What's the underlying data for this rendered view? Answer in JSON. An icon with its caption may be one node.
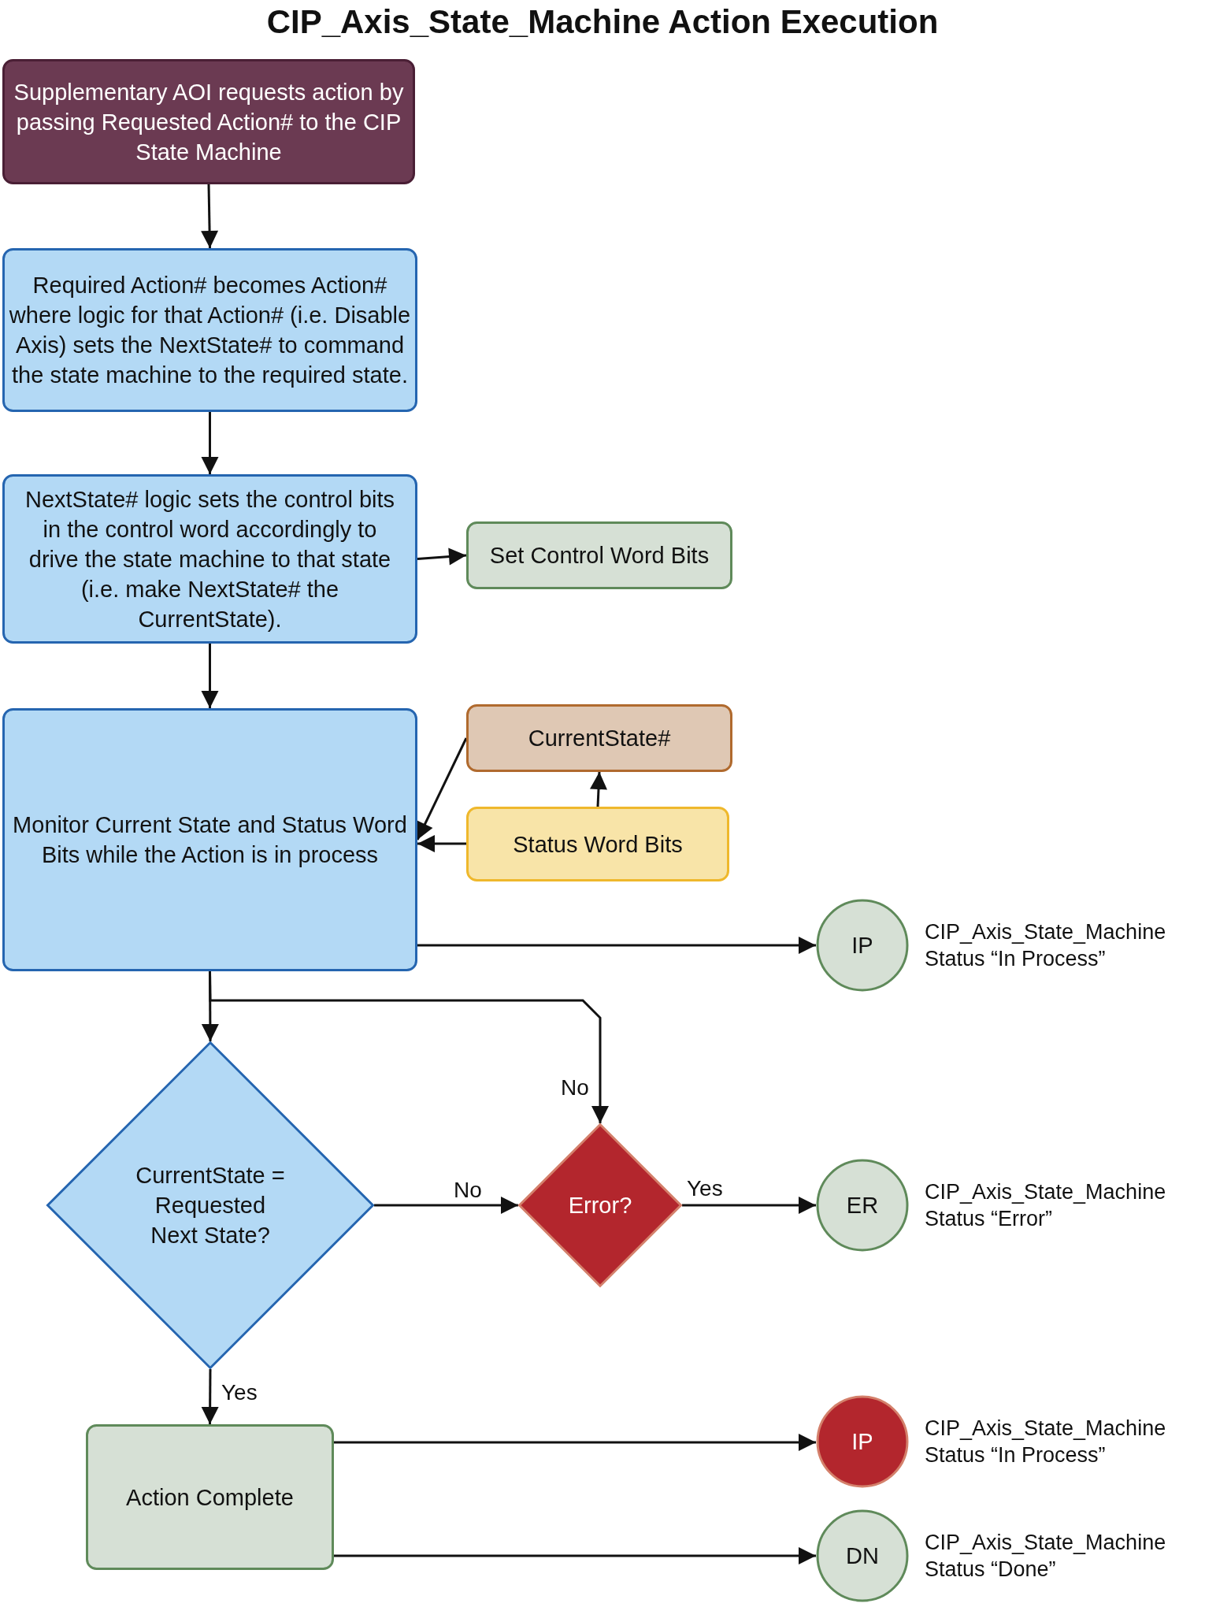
{
  "diagram": {
    "title": "CIP_Axis_State_Machine Action Execution",
    "nodes": [
      {
        "text": [
          "Supplementary AOI requests action by passing Requested Action# to the CIP State Machine"
        ]
      },
      {
        "text": [
          "Required Action# becomes Action# where logic for that Action# (i.e. Disable Axis) sets the NextState# to command the state machine to the required state."
        ]
      },
      {
        "text": [
          "NextState# logic sets the control bits in the control word accordingly to drive the state machine to that state (i.e. make NextState# the CurrentState)."
        ]
      },
      {
        "text": [
          "Set Control Word Bits"
        ]
      },
      {
        "text": [
          "Monitor Current State and Status Word Bits while the Action is in process"
        ]
      },
      {
        "text": [
          "CurrentState#"
        ]
      },
      {
        "text": [
          "Status Word Bits"
        ]
      },
      {
        "text": [
          "IP"
        ],
        "beside": [
          "CIP_Axis_State_Machine Status “In Process”"
        ]
      },
      {
        "text": [
          "CurrentState = Requested Next State?"
        ]
      },
      {
        "text": [
          "Error?"
        ]
      },
      {
        "text": [
          "ER"
        ],
        "beside": [
          "CIP_Axis_State_Machine Status “Error”"
        ]
      },
      {
        "text": [
          "Action Complete"
        ]
      },
      {
        "text": [
          "IP"
        ],
        "beside": [
          "CIP_Axis_State_Machine Status “In Process”"
        ]
      },
      {
        "text": [
          "DN"
        ],
        "beside": [
          "CIP_Axis_State_Machine Status “Done”"
        ]
      }
    ],
    "edges": [
      {
        "from": 0,
        "to": 1,
        "arrow": "to"
      },
      {
        "from": 1,
        "to": 2,
        "arrow": "to"
      },
      {
        "from": 2,
        "to": 3,
        "arrow": "to"
      },
      {
        "from": 2,
        "to": 4,
        "arrow": "to"
      },
      {
        "from": 5,
        "to": 4,
        "arrow": "to"
      },
      {
        "from": 6,
        "to": 4,
        "arrow": "to"
      },
      {
        "from": 6,
        "to": 5,
        "arrow": "to"
      },
      {
        "from": 4,
        "to": 7,
        "arrow": "to"
      },
      {
        "from": 4,
        "to": 8,
        "arrow": "to"
      },
      {
        "from": 4,
        "to": 9,
        "arrow": "to",
        "label": "No"
      },
      {
        "from": 8,
        "to": 9,
        "arrow": "to",
        "label": "No"
      },
      {
        "from": 9,
        "to": 10,
        "arrow": "to",
        "label": "Yes"
      },
      {
        "from": 8,
        "to": 11,
        "arrow": "to",
        "label": "Yes"
      },
      {
        "from": 11,
        "to": 12,
        "arrow": "to"
      },
      {
        "from": 11,
        "to": 13,
        "arrow": "to"
      }
    ]
  }
}
